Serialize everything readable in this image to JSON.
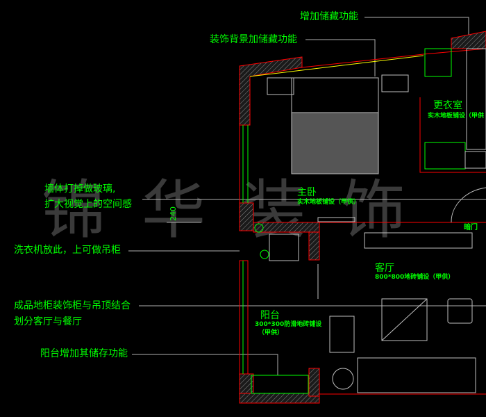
{
  "watermark": "锦华装饰",
  "annotations": {
    "storage": "增加储藏功能",
    "decor_wall": "装饰背景加储藏功能",
    "glass_wall_1": "墙体打掉做玻璃,",
    "glass_wall_2": "扩大视觉上的空间感",
    "washer": "洗衣机放此，上可做吊柜",
    "cabinet_1": "成品地柜装饰柜与吊顶结合",
    "cabinet_2": "划分客厅与餐厅",
    "balcony_storage": "阳台增加其储存功能"
  },
  "rooms": {
    "closet": {
      "name": "更衣室",
      "floor": "实木地板铺设（甲供"
    },
    "master": {
      "name": "主卧",
      "floor": "实木地板铺设（甲供）"
    },
    "living": {
      "name": "客厅",
      "floor": "800*800地砖铺设（甲供）"
    },
    "balcony": {
      "name": "阳台",
      "floor": "300*300防滑地砖铺设",
      "floor2": "（甲供）"
    },
    "hidden_door": "暗门"
  },
  "dimension": "240",
  "colors": {
    "wall": "#ff0000",
    "text": "#00ff00",
    "furniture": "#c0c0c0",
    "leader": "#b0b0b0",
    "yellow": "#ffff00"
  }
}
